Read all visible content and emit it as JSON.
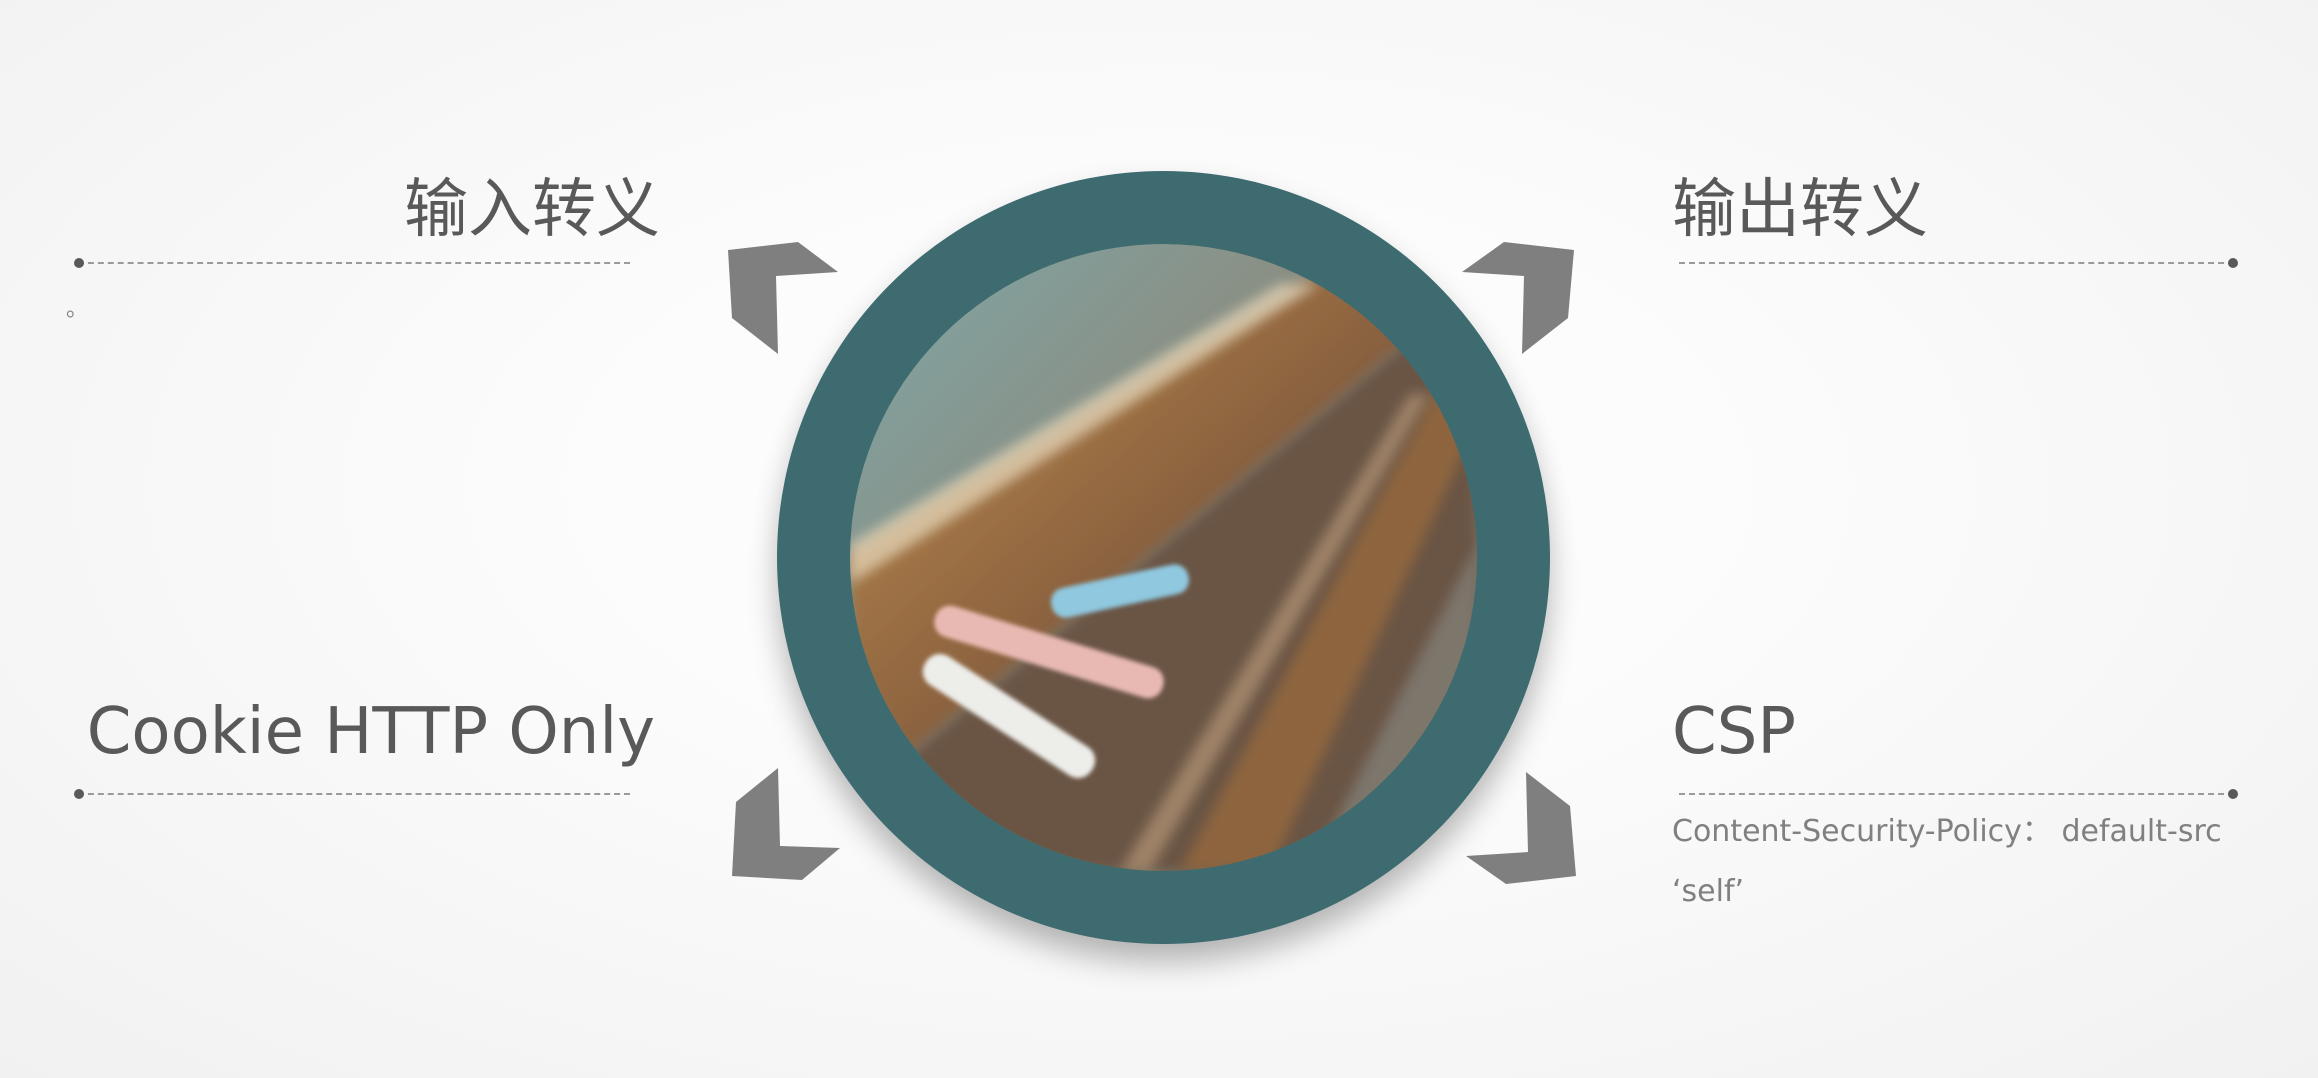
{
  "quadrants": {
    "top_left": {
      "title": "输入转义",
      "text": "。"
    },
    "top_right": {
      "title": "输出转义"
    },
    "bottom_left": {
      "title": "Cookie HTTP Only"
    },
    "bottom_right": {
      "title": "CSP",
      "text": "Content-Security-Policy： default-src ‘self’"
    }
  },
  "colors": {
    "ring": "#3d6b70",
    "title_text": "#595959",
    "body_text": "#808080",
    "arrow": "#7f7f7f"
  },
  "image": {
    "subject": "chalk pieces on a chalkboard ledge"
  },
  "icons": [
    "arrow-up-left-icon",
    "arrow-up-right-icon",
    "arrow-down-left-icon",
    "arrow-down-right-icon"
  ]
}
